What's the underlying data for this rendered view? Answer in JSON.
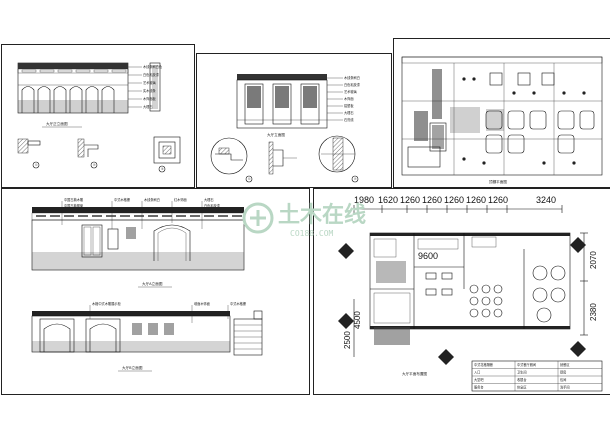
{
  "sheets": {
    "detail_a": {
      "caption": "大厅正立面图",
      "section_labels": [
        "①",
        "②",
        "③"
      ],
      "callouts": [
        "木线条刷白色",
        "白色乳胶漆",
        "艺术玻璃",
        "实木线条",
        "木饰面板",
        "大理石"
      ]
    },
    "detail_b": {
      "caption": "大厅立面图",
      "section_labels": [
        "①",
        "②"
      ],
      "callouts": [
        "木线条刷白",
        "白色乳胶漆",
        "艺术玻璃",
        "木饰面",
        "铝塑板",
        "大理石",
        "石膏线"
      ]
    },
    "ceiling_plan": {
      "caption": "顶棚平面图"
    },
    "elevations": {
      "caption_top": "大厅A立面图",
      "caption_bottom": "大厅B立面图",
      "callouts_top": [
        "中国古典木雕",
        "中国古典图案",
        "中式木格栅",
        "木线条刷白",
        "红木饰面",
        "大理石",
        "白色乳胶漆"
      ],
      "callouts_bottom": [
        "木格中式木雕展示柜",
        "墙面木饰面",
        "中式木格栅"
      ]
    },
    "floor_plan": {
      "caption": "大厅平面布置图",
      "top_dimensions": [
        "1980",
        "1620",
        "1260",
        "1260",
        "1260",
        "1260",
        "1260",
        "3240"
      ],
      "right_dimensions": [
        "2070",
        "2380"
      ],
      "left_dimensions": [
        "2500",
        "4500"
      ],
      "inner_dimension": "9600",
      "legend": [
        "中式花格隔断",
        "入口",
        "大堂吧",
        "服务台",
        "中式餐厅雅间",
        "卫生间",
        "收银台",
        "休息区",
        "就餐区",
        "厨房",
        "包间",
        "洗手间"
      ]
    }
  },
  "watermark": {
    "text": "土木在线",
    "url": "CO188.COM",
    "color": "#b9d7c4"
  }
}
